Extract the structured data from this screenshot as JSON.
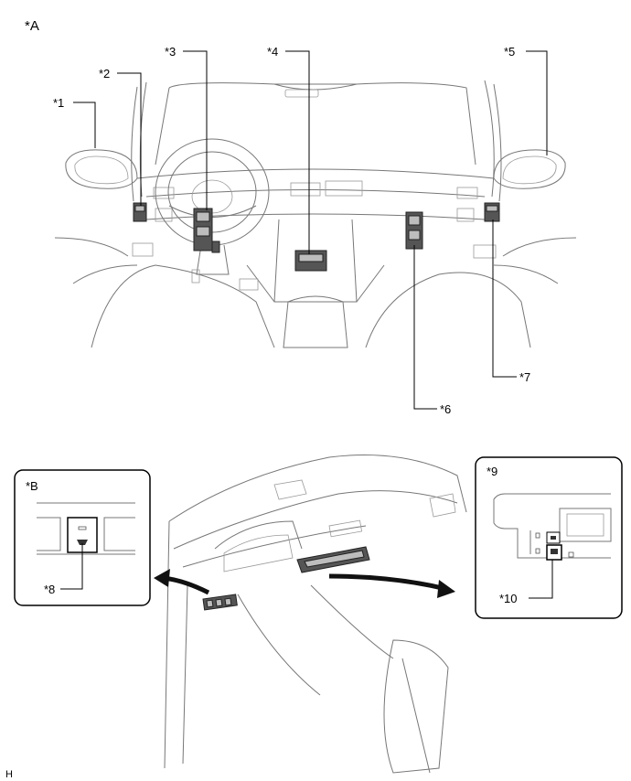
{
  "views": {
    "a": "*A",
    "b": "*B",
    "c": "*9"
  },
  "callouts": [
    "*1",
    "*2",
    "*3",
    "*4",
    "*5",
    "*6",
    "*7",
    "*8",
    "*10"
  ],
  "footer_code": "H"
}
